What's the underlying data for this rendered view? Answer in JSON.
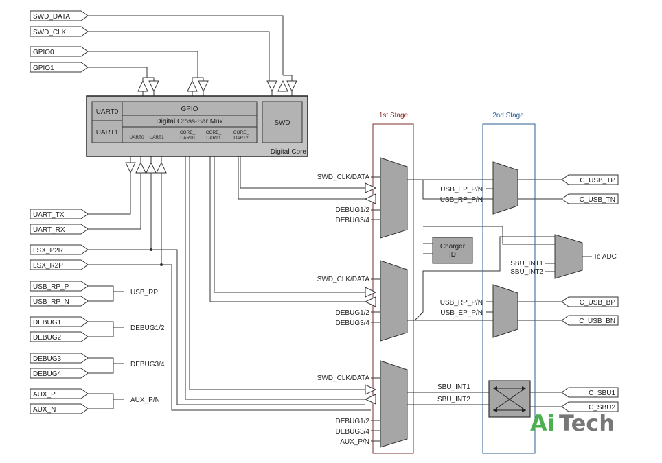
{
  "ports_left": {
    "swd_data": "SWD_DATA",
    "swd_clk": "SWD_CLK",
    "gpio0": "GPIO0",
    "gpio1": "GPIO1",
    "uart_tx": "UART_TX",
    "uart_rx": "UART_RX",
    "lsx_p2r": "LSX_P2R",
    "lsx_r2p": "LSX_R2P",
    "usb_rp_p": "USB_RP_P",
    "usb_rp_n": "USB_RP_N",
    "debug1": "DEBUG1",
    "debug2": "DEBUG2",
    "debug3": "DEBUG3",
    "debug4": "DEBUG4",
    "aux_p": "AUX_P",
    "aux_n": "AUX_N"
  },
  "merged": {
    "usb_rp": "USB_RP",
    "debug12": "DEBUG1/2",
    "debug34": "DEBUG3/4",
    "aux_pn": "AUX_P/N"
  },
  "core": {
    "uart0": "UART0",
    "uart1": "UART1",
    "gpio": "GPIO",
    "crossbar": "Digital Cross-Bar Mux",
    "swd": "SWD",
    "digital_core": "Digital Core",
    "sub_uart0": "UART0",
    "sub_uart1": "UART1",
    "core_uart0_a": "CORE_",
    "core_uart0_b": "UART0",
    "core_uart1_a": "CORE_",
    "core_uart1_b": "UART1",
    "core_uart2_a": "CORE_",
    "core_uart2_b": "UART2"
  },
  "stage1": {
    "title": "1st Stage",
    "swd_clk_data": "SWD_CLK/DATA",
    "debug12": "DEBUG1/2",
    "debug34": "DEBUG3/4",
    "aux_pn": "AUX_P/N"
  },
  "stage2": {
    "title": "2nd Stage",
    "usb_ep_pn": "USB_EP_P/N",
    "usb_rp_pn": "USB_RP_P/N",
    "sbu_int1": "SBU_INT1",
    "sbu_int2": "SBU_INT2"
  },
  "charger": {
    "line1": "Charger",
    "line2": "ID"
  },
  "adc": {
    "to_adc": "To ADC",
    "sbu_int1": "SBU_INT1",
    "sbu_int2": "SBU_INT2"
  },
  "ports_right": {
    "c_usb_tp": "C_USB_TP",
    "c_usb_tn": "C_USB_TN",
    "c_usb_bp": "C_USB_BP",
    "c_usb_bn": "C_USB_BN",
    "c_sbu1": "C_SBU1",
    "c_sbu2": "C_SBU2"
  },
  "colors": {
    "stage1_border": "#7b2d2d",
    "stage2_border": "#2f5f93",
    "stage1_title": "#8b2e2e",
    "stage2_title": "#2f5f93",
    "watermark_green": "#4caf50",
    "watermark_gray": "#777777"
  },
  "watermark": {
    "part1": "Ai",
    "part2": "Tech"
  }
}
